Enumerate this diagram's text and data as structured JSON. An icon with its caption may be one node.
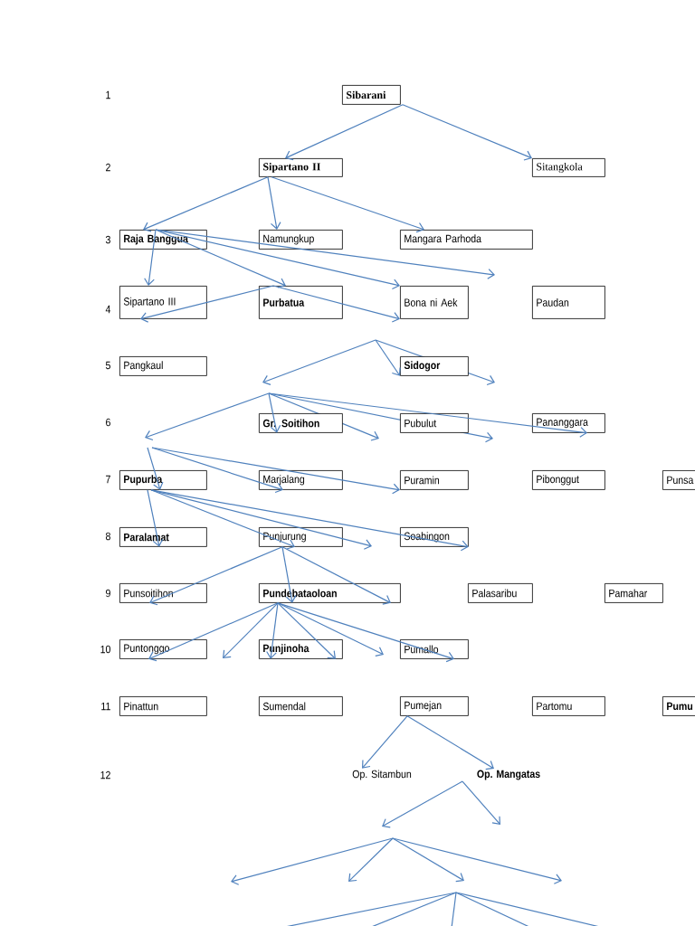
{
  "diagram": {
    "nodes": [
      {
        "text": [
          "Sibarani"
        ]
      },
      {
        "text": [
          "Sipartano II"
        ]
      },
      {
        "text": [
          "Sitangkola"
        ]
      },
      {
        "text": [
          "Raja Banggua"
        ]
      },
      {
        "text": [
          "Namungkup"
        ]
      },
      {
        "text": [
          "Mangara Parhoda"
        ]
      },
      {
        "text": [
          "Sipartano III"
        ]
      },
      {
        "text": [
          "Purbatua"
        ]
      },
      {
        "text": [
          "Bona ni Aek"
        ]
      },
      {
        "text": [
          "Paudan"
        ]
      },
      {
        "text": [
          "Pangkaul"
        ]
      },
      {
        "text": [
          "Sidogor"
        ]
      },
      {
        "text": [
          "Gr. Soitihon"
        ]
      },
      {
        "text": [
          "Pubulut"
        ]
      },
      {
        "text": [
          "Pananggara"
        ]
      },
      {
        "text": [
          "Pupurba"
        ]
      },
      {
        "text": [
          "Marjalang"
        ]
      },
      {
        "text": [
          "Puramin"
        ]
      },
      {
        "text": [
          "Pibonggut"
        ]
      },
      {
        "text": [
          "Punsa"
        ]
      },
      {
        "text": [
          "Paralamat"
        ]
      },
      {
        "text": [
          "Punjurung"
        ]
      },
      {
        "text": [
          "Soabingon"
        ]
      },
      {
        "text": [
          "Punsoitihon"
        ]
      },
      {
        "text": [
          "Pundebataoloan"
        ]
      },
      {
        "text": [
          "Palasaribu"
        ]
      },
      {
        "text": [
          "Pamahar"
        ]
      },
      {
        "text": [
          "Puntonggo"
        ]
      },
      {
        "text": [
          "Punjinoha"
        ]
      },
      {
        "text": [
          "Pumallo"
        ]
      },
      {
        "text": [
          "Pinattun"
        ]
      },
      {
        "text": [
          "Sumendal"
        ]
      },
      {
        "text": [
          "Pumejan"
        ]
      },
      {
        "text": [
          "Partomu"
        ]
      },
      {
        "text": [
          "Pumu"
        ]
      },
      {
        "text": [
          "Op. Sitambun"
        ]
      },
      {
        "text": [
          "Op. Mangatas"
        ]
      }
    ],
    "edges": [
      {
        "from": 0,
        "to": 1,
        "arrow": "to"
      },
      {
        "from": 0,
        "to": 2,
        "arrow": "to"
      },
      {
        "from": 1,
        "to": 3,
        "arrow": "to"
      },
      {
        "from": 1,
        "to": 4,
        "arrow": "to"
      },
      {
        "from": 1,
        "to": 5,
        "arrow": "to"
      },
      {
        "from": 3,
        "to": 6,
        "arrow": "to"
      },
      {
        "from": 3,
        "to": 7,
        "arrow": "to"
      },
      {
        "from": 3,
        "to": 8,
        "arrow": "to"
      },
      {
        "from": 3,
        "to": null,
        "arrow": "to"
      },
      {
        "from": 7,
        "to": 6,
        "arrow": "to"
      },
      {
        "from": 7,
        "to": 8,
        "arrow": "to"
      },
      {
        "from": null,
        "to": 11,
        "arrow": "to"
      },
      {
        "from": null,
        "to": 12,
        "arrow": "to"
      },
      {
        "from": null,
        "to": 14,
        "arrow": "to"
      },
      {
        "from": null,
        "to": 15,
        "arrow": "to"
      },
      {
        "from": null,
        "to": 16,
        "arrow": "to"
      },
      {
        "from": null,
        "to": 17,
        "arrow": "to"
      },
      {
        "from": 15,
        "to": 20,
        "arrow": "to"
      },
      {
        "from": 15,
        "to": 21,
        "arrow": "to"
      },
      {
        "from": 15,
        "to": null,
        "arrow": "to"
      },
      {
        "from": 15,
        "to": 22,
        "arrow": "to"
      },
      {
        "from": 21,
        "to": 23,
        "arrow": "to"
      },
      {
        "from": 21,
        "to": 24,
        "arrow": "to"
      },
      {
        "from": 21,
        "to": 24,
        "arrow": "to"
      },
      {
        "from": 24,
        "to": 27,
        "arrow": "to"
      },
      {
        "from": 24,
        "to": null,
        "arrow": "to"
      },
      {
        "from": 24,
        "to": 28,
        "arrow": "to"
      },
      {
        "from": 24,
        "to": 28,
        "arrow": "to"
      },
      {
        "from": 24,
        "to": null,
        "arrow": "to"
      },
      {
        "from": 24,
        "to": 29,
        "arrow": "to"
      },
      {
        "from": 32,
        "to": 35,
        "arrow": "to"
      },
      {
        "from": 32,
        "to": 36,
        "arrow": "to"
      },
      {
        "from": 36,
        "to": null,
        "arrow": "to"
      },
      {
        "from": 36,
        "to": null,
        "arrow": "to"
      }
    ],
    "labels": [
      "1",
      "2",
      "3",
      "4",
      "5",
      "6",
      "7",
      "8",
      "9",
      "10",
      "11",
      "12"
    ]
  }
}
